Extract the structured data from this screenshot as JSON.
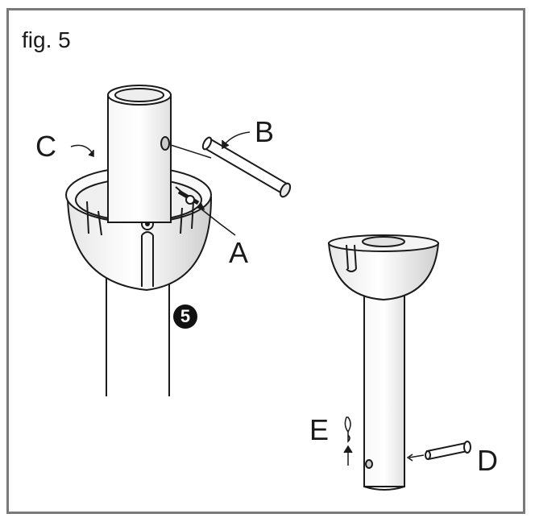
{
  "figure": {
    "label": "fig. 5",
    "step_number": "5",
    "callouts": {
      "a": "A",
      "b": "B",
      "c": "C",
      "d": "D",
      "e": "E"
    }
  },
  "colors": {
    "frame": "#7a7a7a",
    "line": "#1a1a1a",
    "fill_light": "#f2f2f2",
    "fill_mid": "#d9d9d9"
  }
}
